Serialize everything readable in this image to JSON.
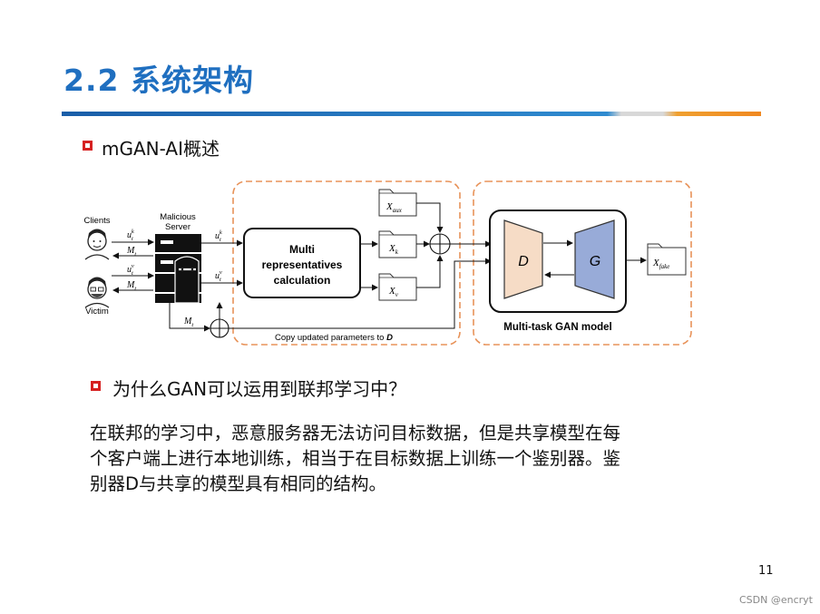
{
  "slide": {
    "title": "2.2 系统架构",
    "bullet1": "mGAN-AI概述",
    "bullet2": "为什么GAN可以运用到联邦学习中？",
    "paragraph_lines": [
      "在联邦的学习中，恶意服务器无法访问目标数据，但是共享模型在每",
      "个客户端上进行本地训练，相当于在目标数据上训练一个鉴别器。鉴",
      "别器D与共享的模型具有相同的结构。"
    ],
    "page_number": "11",
    "watermark": "CSDN @encryt"
  },
  "diagram": {
    "clients_label": "Clients",
    "victim_label": "Victim",
    "server_label_line1": "Malicious",
    "server_label_line2": "Server",
    "u_label": "u",
    "m_label": "M",
    "sub_t": "t",
    "sup_k": "k",
    "sup_v": "v",
    "calc_line1": "Multi",
    "calc_line2": "representatives",
    "calc_line3": "calculation",
    "x_label": "X",
    "x_aux_sub": "aux",
    "x_k_sub": "k",
    "x_v_sub": "v",
    "x_fake_sub": "fake",
    "d_label": "D",
    "g_label": "G",
    "gan_caption": "Multi-task GAN model",
    "copy_label_prefix": "Copy updated parameters to ",
    "copy_label_d": "D"
  },
  "colors": {
    "title_blue": "#1f6fc0",
    "bullet_red": "#d62020",
    "dashed_orange": "#e8935a",
    "d_fill": "#f6dcc6",
    "g_fill": "#98abd8"
  }
}
